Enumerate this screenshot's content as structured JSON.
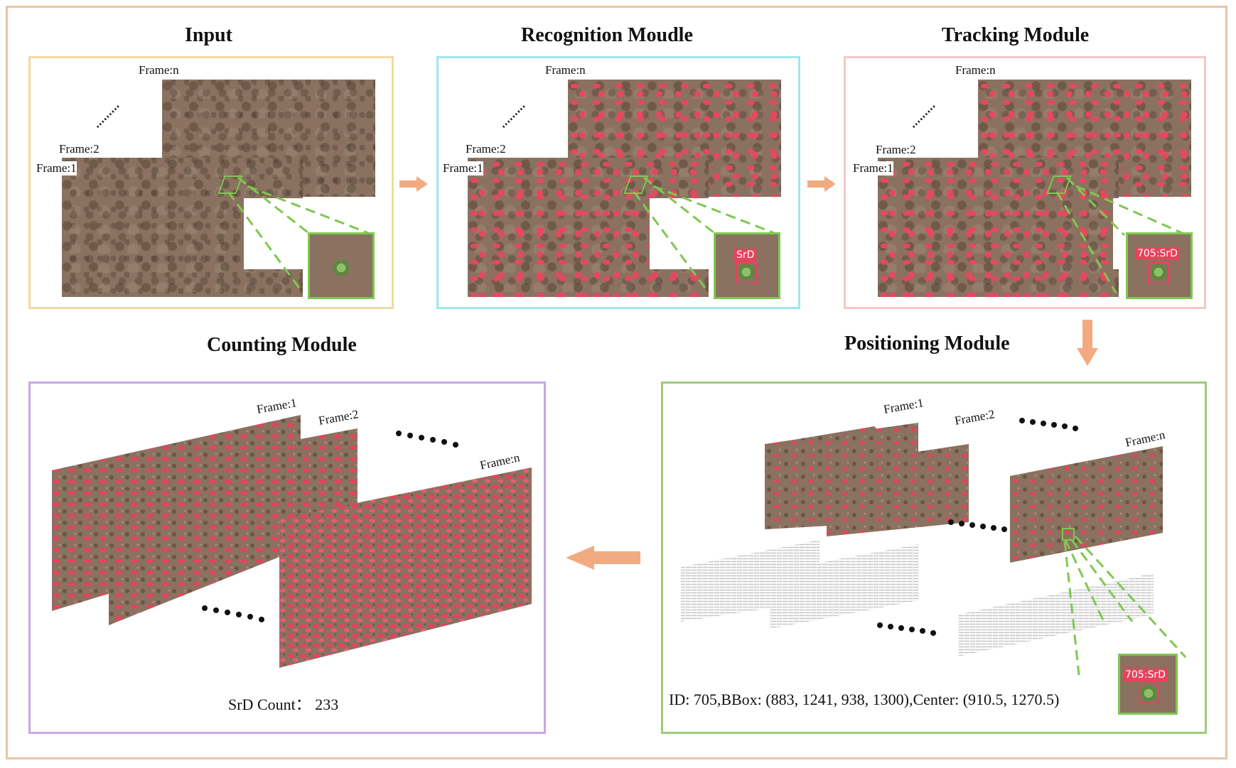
{
  "modules": {
    "input": {
      "title": "Input",
      "frame_n": "Frame:n",
      "frame_2": "Frame:2",
      "frame_1": "Frame:1"
    },
    "recognition": {
      "title": "Recognition Moudle",
      "frame_n": "Frame:n",
      "frame_2": "Frame:2",
      "frame_1": "Frame:1",
      "tag": "SrD"
    },
    "tracking": {
      "title": "Tracking Module",
      "frame_n": "Frame:n",
      "frame_2": "Frame:2",
      "frame_1": "Frame:1",
      "tag": "705:SrD"
    },
    "positioning": {
      "title": "Positioning Module",
      "frame_1": "Frame:1",
      "frame_2": "Frame:2",
      "frame_n": "Frame:n",
      "tag": "705:SrD",
      "info": "ID: 705,BBox: (883, 1241, 938, 1300),Center: (910.5, 1270.5)"
    },
    "counting": {
      "title": "Counting Module",
      "frame_1": "Frame:1",
      "frame_2": "Frame:2",
      "frame_n": "Frame:n",
      "count": "SrD Count： 233"
    }
  },
  "colors": {
    "input_border": "#f3d9a0",
    "recognition_border": "#9ee7ee",
    "tracking_border": "#f6c6c6",
    "positioning_border": "#9ccc7a",
    "counting_border": "#c9a6ea",
    "arrow": "#f2ab80",
    "inset_green": "#7ec850"
  }
}
